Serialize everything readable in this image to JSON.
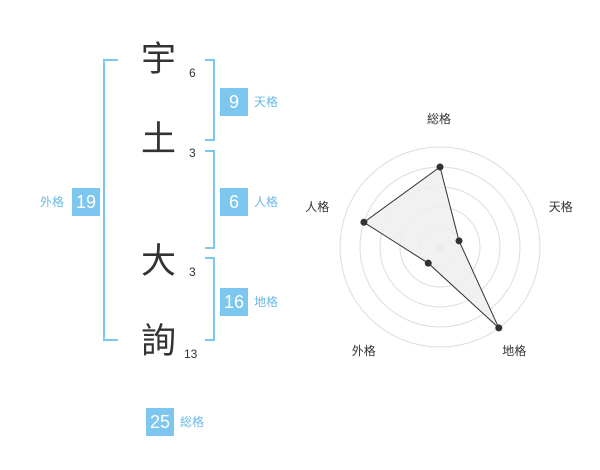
{
  "name": {
    "chars": [
      {
        "char": "宇",
        "strokes": "6"
      },
      {
        "char": "土",
        "strokes": "3"
      },
      {
        "char": "大",
        "strokes": "3"
      },
      {
        "char": "詢",
        "strokes": "13"
      }
    ]
  },
  "fortunes": {
    "tenkaku": {
      "value": "9",
      "label": "天格"
    },
    "jinkaku": {
      "value": "6",
      "label": "人格"
    },
    "chikaku": {
      "value": "16",
      "label": "地格"
    },
    "gaikaku": {
      "value": "19",
      "label": "外格"
    },
    "soukaku": {
      "value": "25",
      "label": "総格"
    }
  },
  "chart_data": {
    "type": "radar",
    "categories": [
      "総格",
      "天格",
      "地格",
      "外格",
      "人格"
    ],
    "values": [
      4,
      1,
      5,
      1,
      4
    ],
    "range": [
      0,
      5
    ],
    "colors": {
      "fill": "#eeeeee",
      "line": "#333333",
      "grid": "#dddddd",
      "point": "#333333"
    }
  },
  "colors": {
    "accent": "#7cc6ef",
    "bracket": "#7cc6ef",
    "text": "#333333"
  }
}
